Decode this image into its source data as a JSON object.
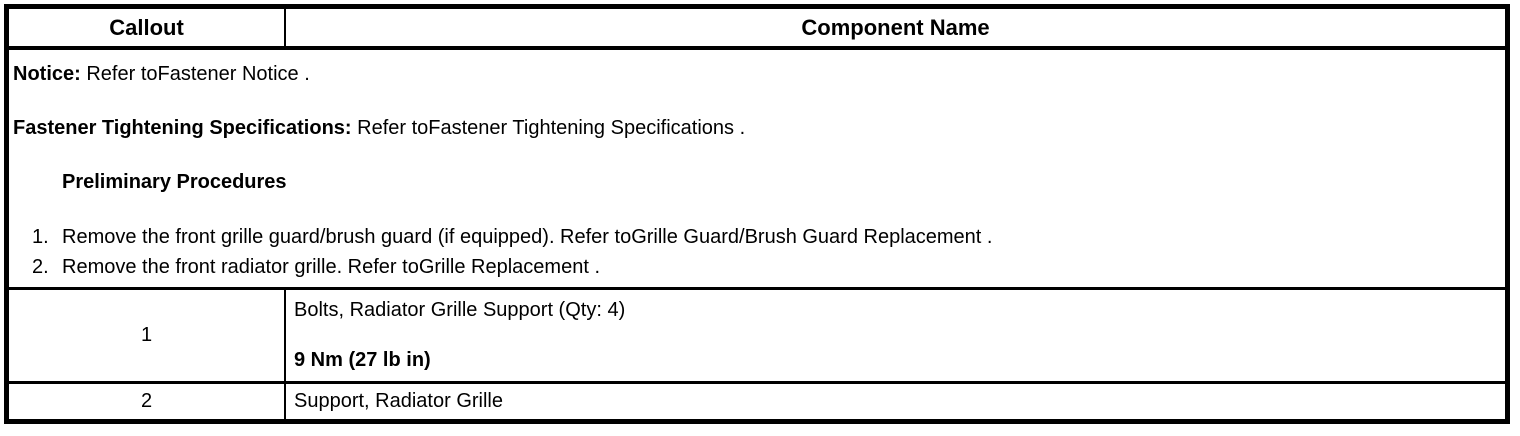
{
  "colors": {
    "border": "#000000",
    "text": "#000000",
    "background": "#ffffff"
  },
  "table": {
    "header": {
      "callout": "Callout",
      "component_name": "Component Name"
    },
    "notes": {
      "notice_label": "Notice:",
      "notice_text": " Refer toFastener Notice .",
      "fastener_label": "Fastener Tightening Specifications:",
      "fastener_text": " Refer toFastener Tightening Specifications .",
      "preliminary_heading": "Preliminary Procedures",
      "steps": [
        {
          "number": "1.",
          "text": "Remove the front grille guard/brush guard (if equipped). Refer toGrille Guard/Brush Guard Replacement ."
        },
        {
          "number": "2.",
          "text": "Remove the front radiator grille. Refer toGrille Replacement ."
        }
      ]
    },
    "rows": [
      {
        "callout": "1",
        "component": "Bolts, Radiator Grille Support (Qty: 4)",
        "torque": "9 Nm (27 lb in)"
      },
      {
        "callout": "2",
        "component": "Support, Radiator Grille"
      }
    ]
  }
}
